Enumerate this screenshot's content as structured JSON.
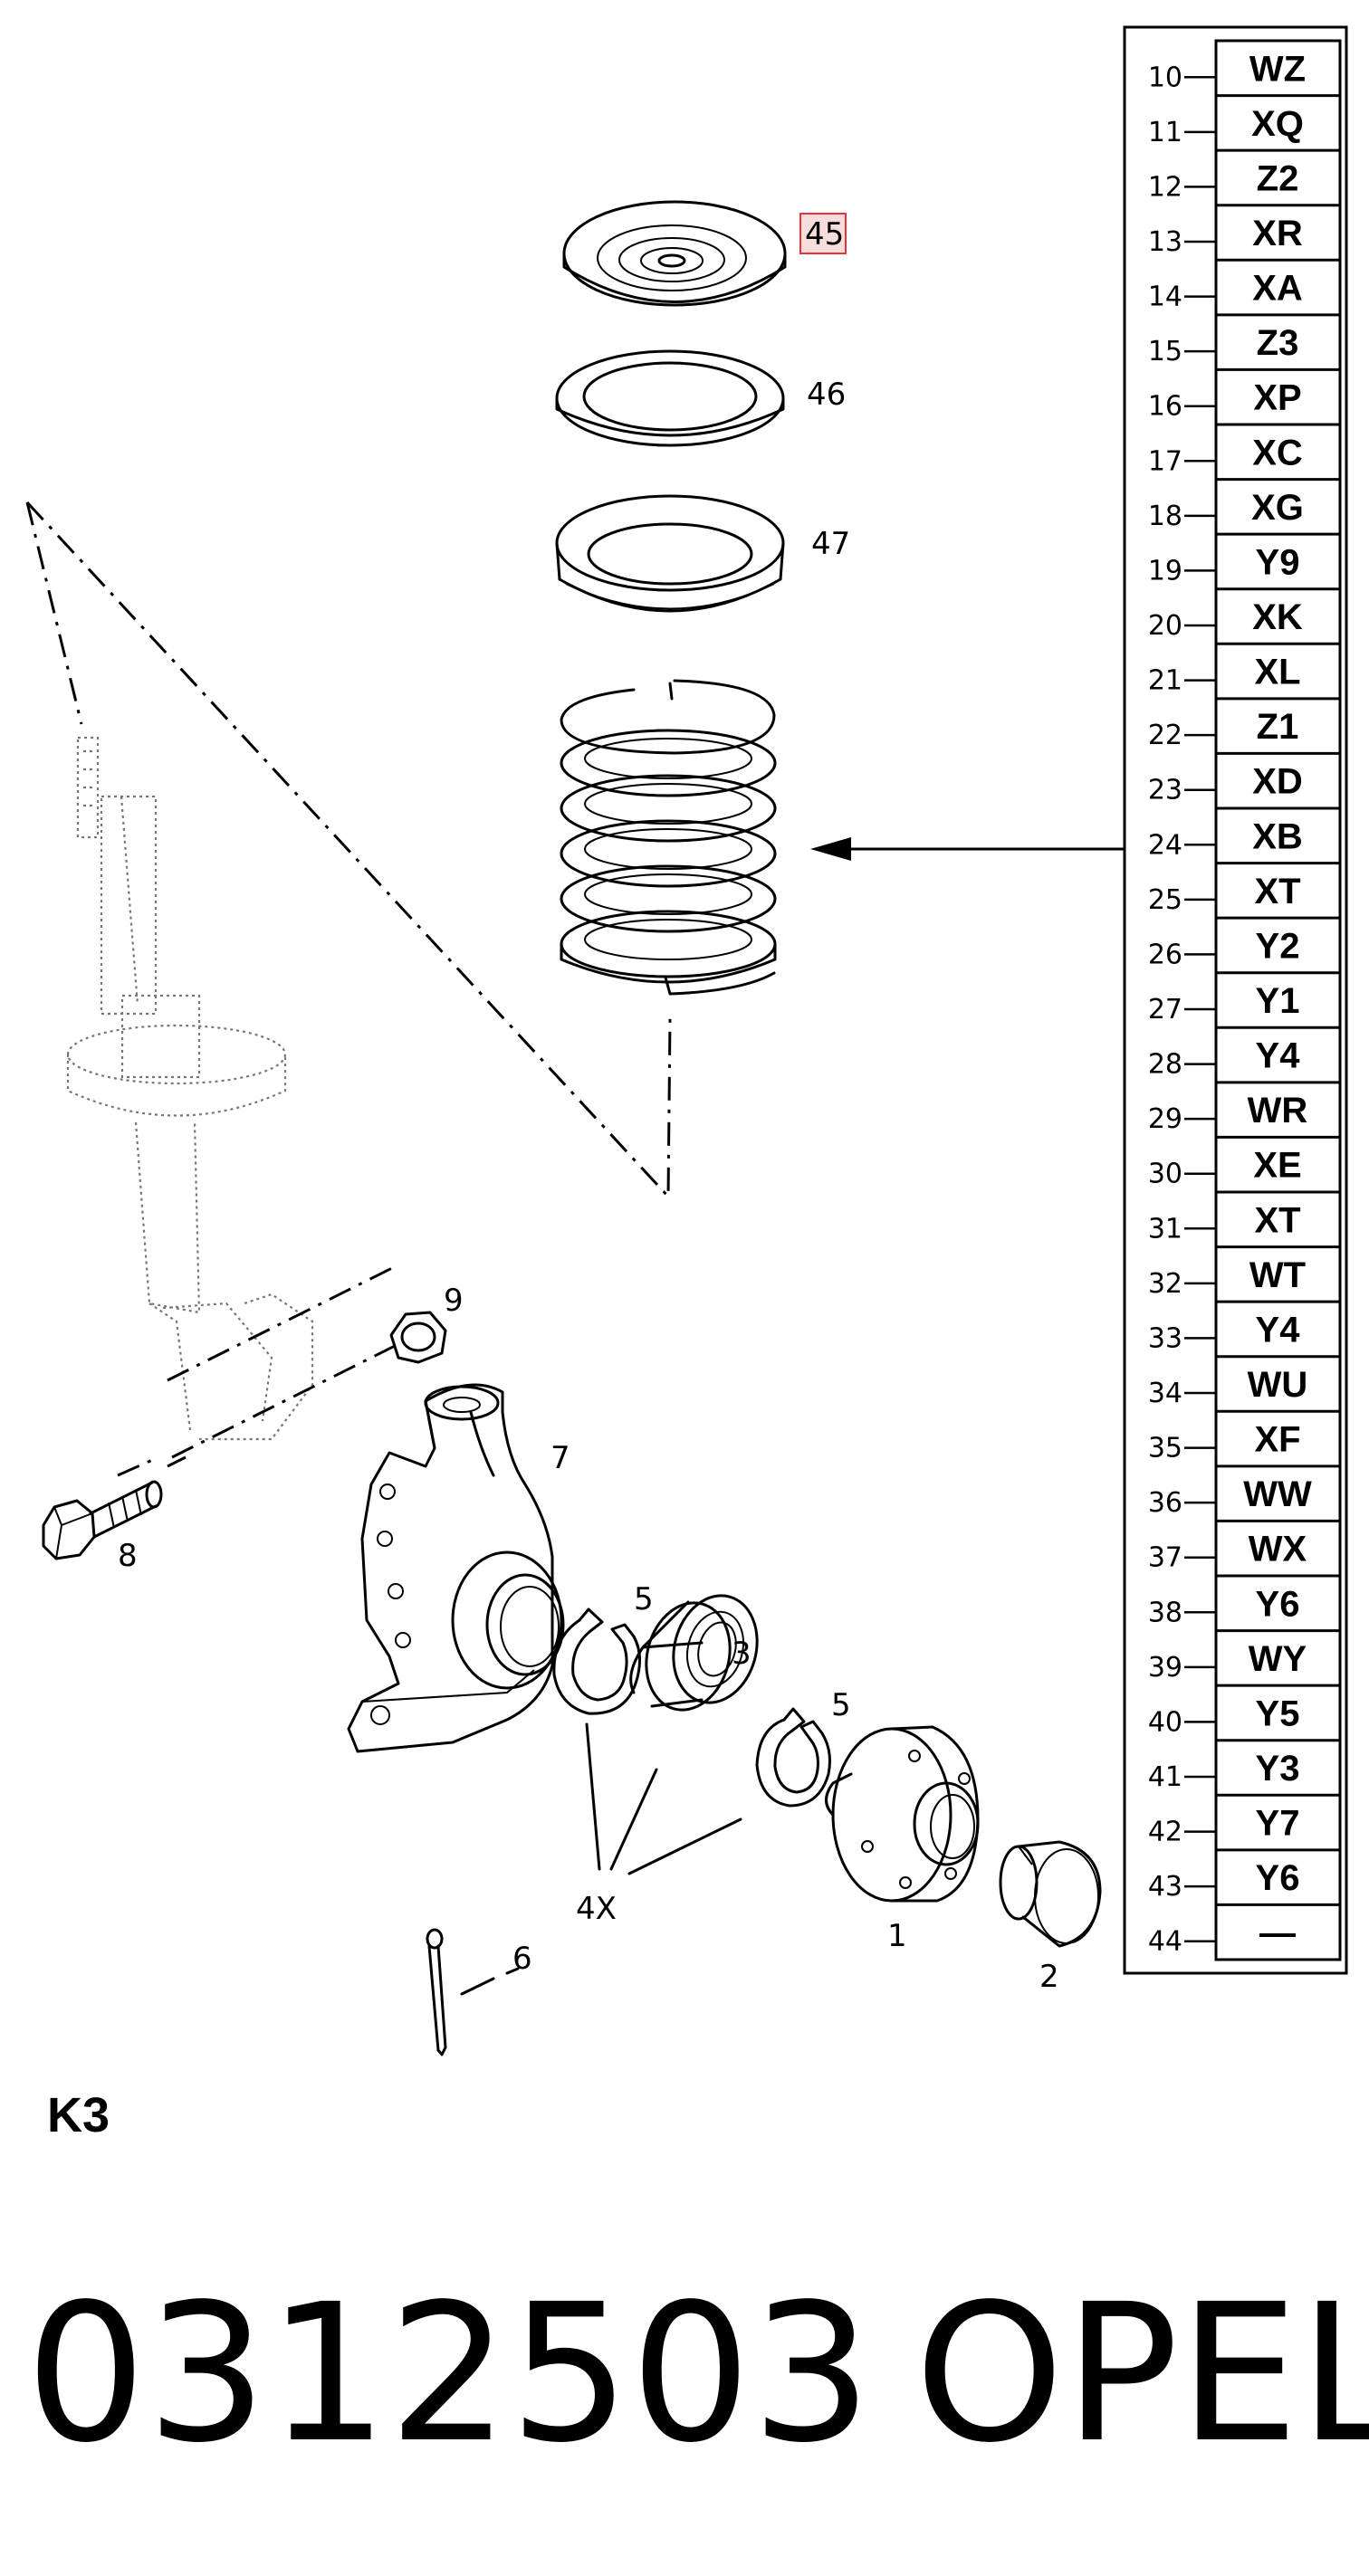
{
  "diagram": {
    "group_label": "K3",
    "footer": {
      "part_number": "0312503",
      "brand": "OPEL"
    },
    "callouts": {
      "c45": "45",
      "c46": "46",
      "c47": "47",
      "c9": "9",
      "c7": "7",
      "c8": "8",
      "c5a": "5",
      "c3": "3",
      "c5b": "5",
      "c4x": "4X",
      "c6": "6",
      "c1": "1",
      "c2": "2"
    },
    "highlight_color": "#e8323c",
    "highlight_fill": "#f7dcdc",
    "spring_codes": [
      {
        "num": "10",
        "code": "WZ"
      },
      {
        "num": "11",
        "code": "XQ"
      },
      {
        "num": "12",
        "code": "Z2"
      },
      {
        "num": "13",
        "code": "XR"
      },
      {
        "num": "14",
        "code": "XA"
      },
      {
        "num": "15",
        "code": "Z3"
      },
      {
        "num": "16",
        "code": "XP"
      },
      {
        "num": "17",
        "code": "XC"
      },
      {
        "num": "18",
        "code": "XG"
      },
      {
        "num": "19",
        "code": "Y9"
      },
      {
        "num": "20",
        "code": "XK"
      },
      {
        "num": "21",
        "code": "XL"
      },
      {
        "num": "22",
        "code": "Z1"
      },
      {
        "num": "23",
        "code": "XD"
      },
      {
        "num": "24",
        "code": "XB"
      },
      {
        "num": "25",
        "code": "XT"
      },
      {
        "num": "26",
        "code": "Y2"
      },
      {
        "num": "27",
        "code": "Y1"
      },
      {
        "num": "28",
        "code": "Y4"
      },
      {
        "num": "29",
        "code": "WR"
      },
      {
        "num": "30",
        "code": "XE"
      },
      {
        "num": "31",
        "code": "XT"
      },
      {
        "num": "32",
        "code": "WT"
      },
      {
        "num": "33",
        "code": "Y4"
      },
      {
        "num": "34",
        "code": "WU"
      },
      {
        "num": "35",
        "code": "XF"
      },
      {
        "num": "36",
        "code": "WW"
      },
      {
        "num": "37",
        "code": "WX"
      },
      {
        "num": "38",
        "code": "Y6"
      },
      {
        "num": "39",
        "code": "WY"
      },
      {
        "num": "40",
        "code": "Y5"
      },
      {
        "num": "41",
        "code": "Y3"
      },
      {
        "num": "42",
        "code": "Y7"
      },
      {
        "num": "43",
        "code": "Y6"
      },
      {
        "num": "44",
        "code": "—"
      }
    ]
  }
}
